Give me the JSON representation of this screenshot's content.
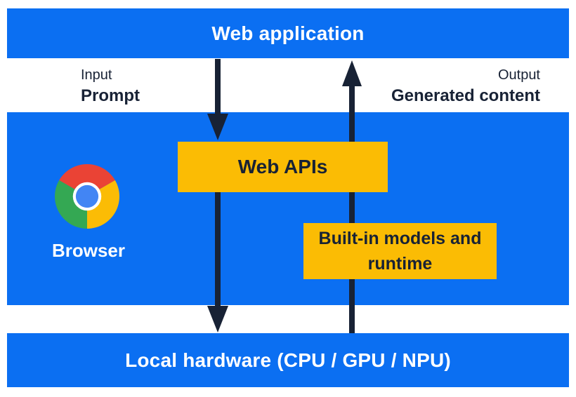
{
  "web_application": {
    "label": "Web application"
  },
  "io": {
    "input_title": "Input",
    "input_value": "Prompt",
    "output_title": "Output",
    "output_value": "Generated content"
  },
  "browser": {
    "label": "Browser",
    "icon": "chrome-icon"
  },
  "web_apis": {
    "label": "Web APIs"
  },
  "built_in": {
    "label": "Built-in models and runtime"
  },
  "local_hardware": {
    "label": "Local hardware (CPU / GPU / NPU)"
  },
  "arrows": {
    "down_direction": "web application to local hardware",
    "up_direction": "local hardware to web application"
  },
  "colors": {
    "panel_blue": "#0b6ff2",
    "box_yellow": "#fbbc04",
    "arrow_navy": "#182235",
    "text_white": "#ffffff",
    "chrome_red": "#ea4335",
    "chrome_yellow": "#fbbc05",
    "chrome_green": "#34a853",
    "chrome_blue": "#4285f4"
  }
}
